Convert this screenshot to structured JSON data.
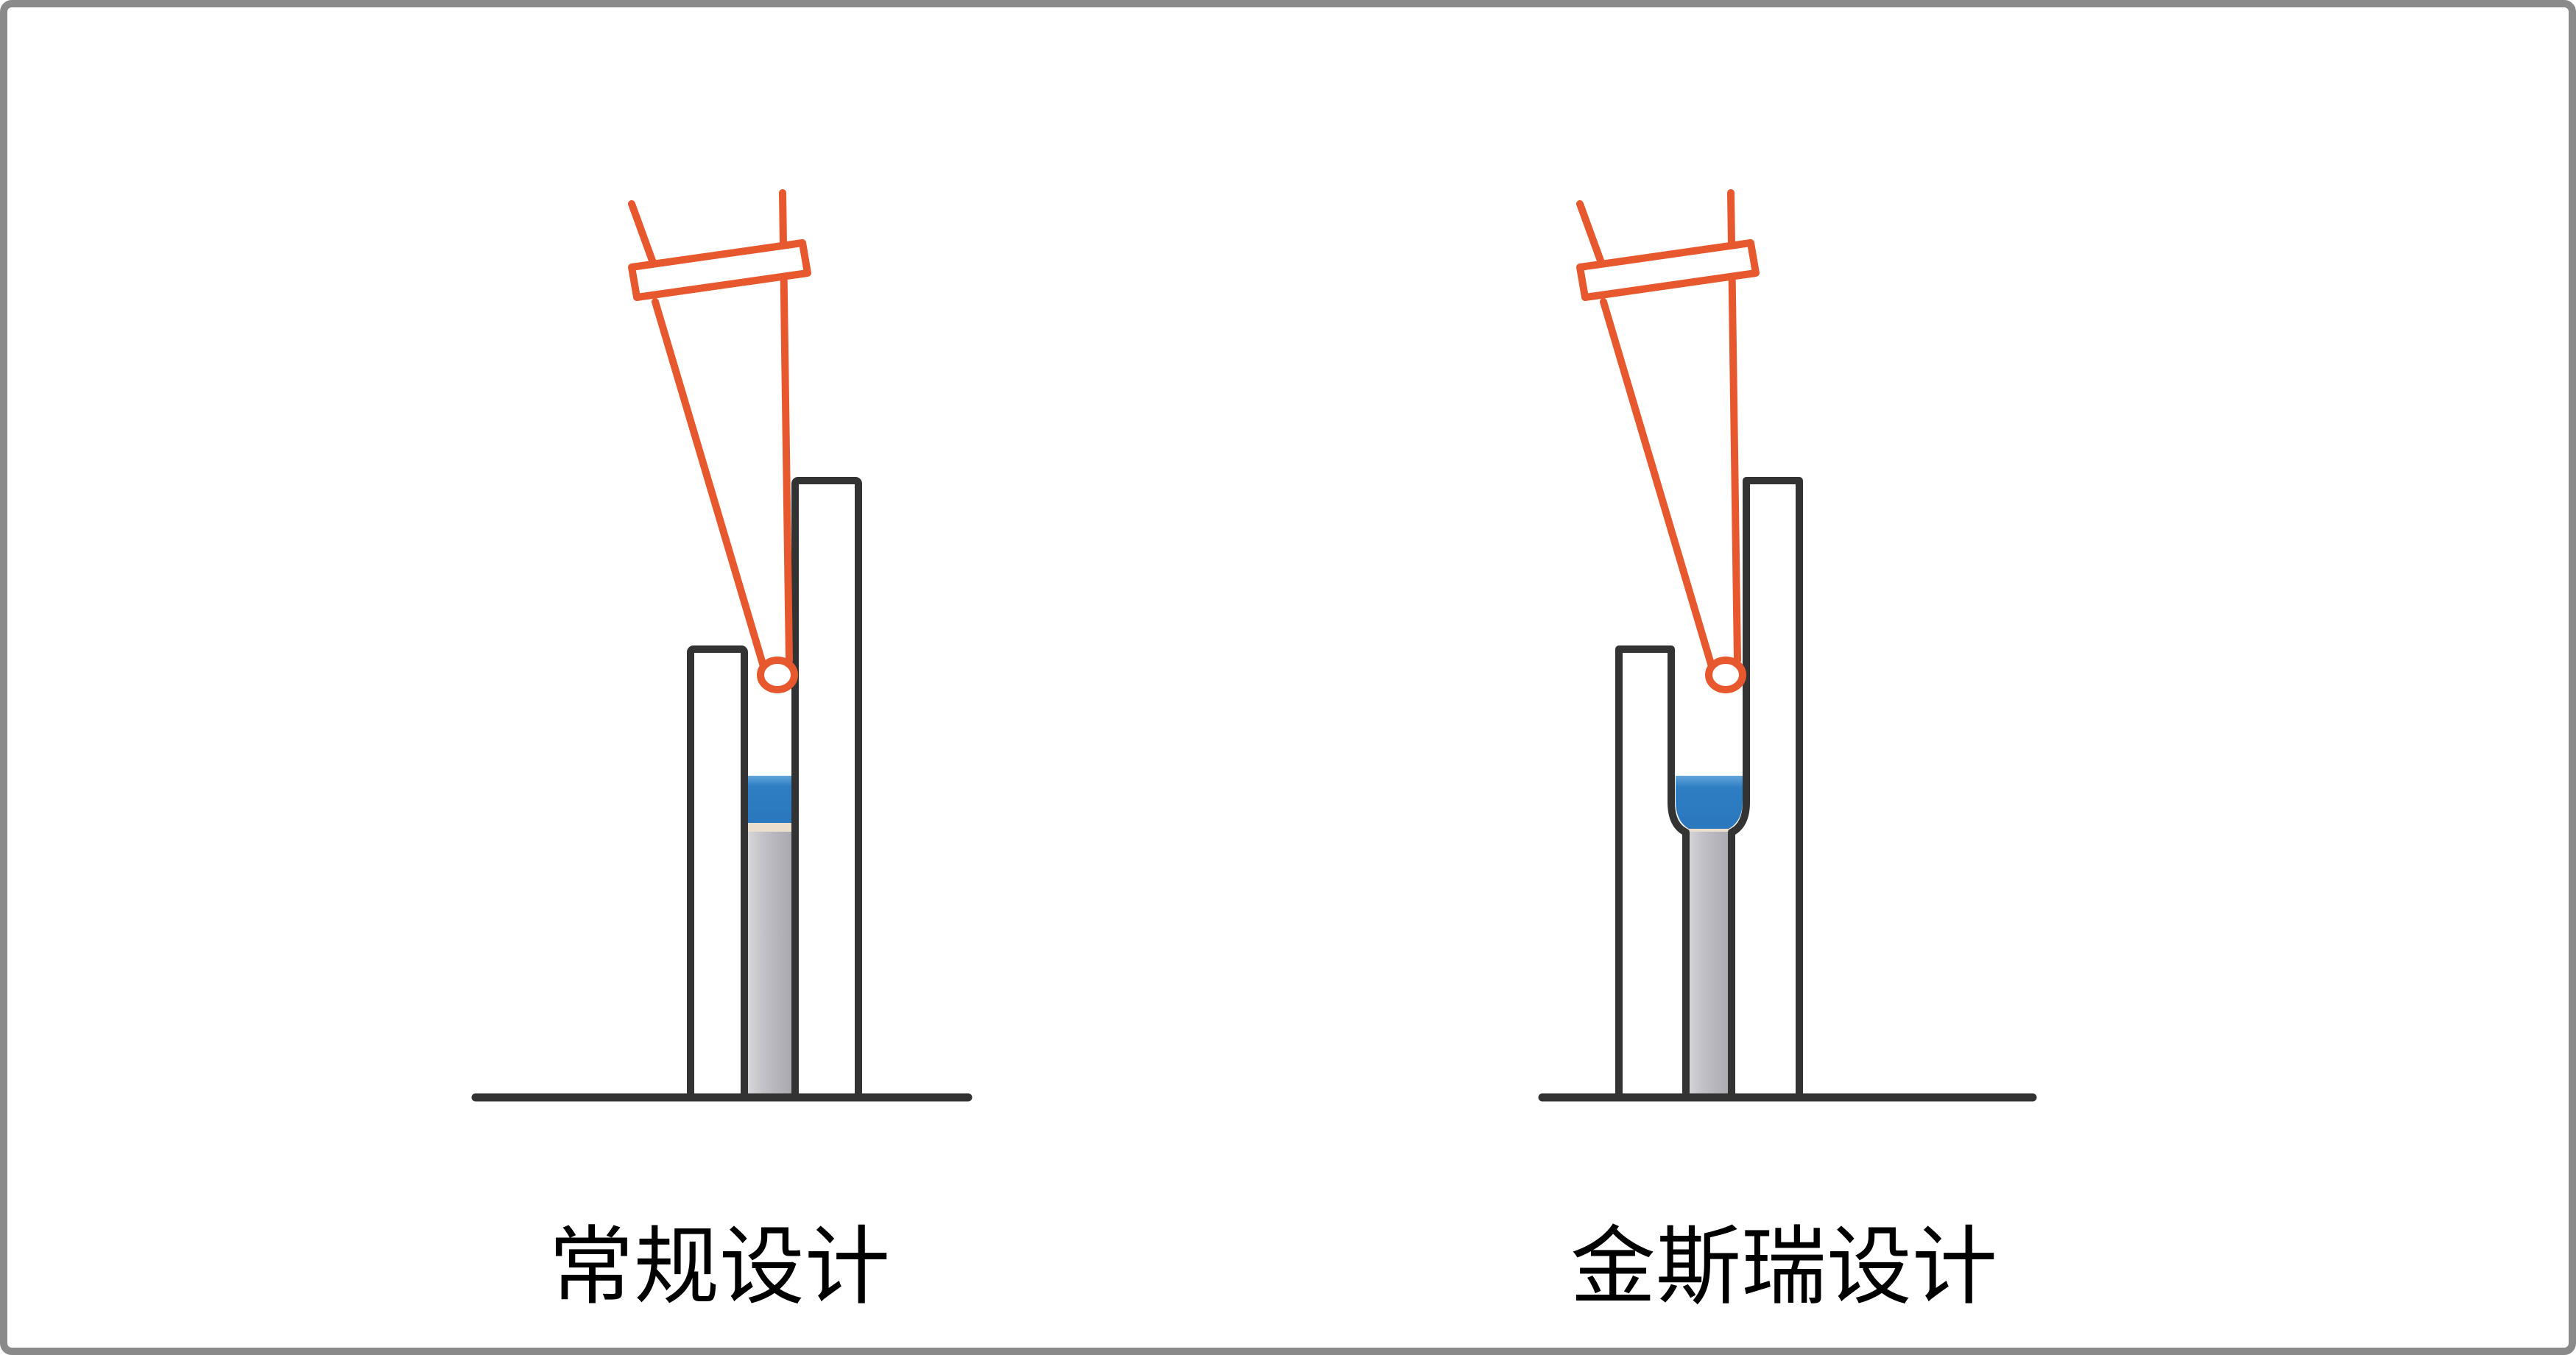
{
  "panels": [
    {
      "id": "conventional",
      "label": "常规设计"
    },
    {
      "id": "genscript",
      "label": "金斯瑞设计"
    }
  ],
  "colors": {
    "background": "#ffffff",
    "frame-border": "#8a8a8a",
    "outline": "#333333",
    "orange": "#e8582e",
    "blue": "#2e7ec4",
    "blue-light": "#63a6da",
    "blue-deep": "#2b77bd",
    "tan": "#ecdecd",
    "gray-light": "#dadade",
    "gray-mid": "#c2c2c8",
    "gray-dark": "#a7a7ad",
    "label-color": "#000000"
  }
}
